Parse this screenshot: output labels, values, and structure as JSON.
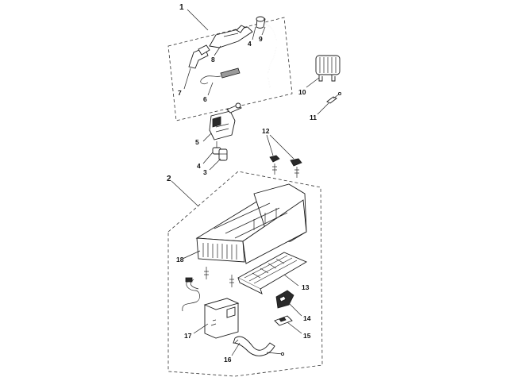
{
  "diagram": {
    "background": "#ffffff",
    "line_color": "#222222",
    "callouts": {
      "c1": "1",
      "c2": "2",
      "c3": "3",
      "c4a": "4",
      "c4b": "4",
      "c5": "5",
      "c6": "6",
      "c7": "7",
      "c8": "8",
      "c9": "9",
      "c10": "10",
      "c11": "11",
      "c12": "12",
      "c13": "13",
      "c14": "14",
      "c15": "15",
      "c16": "16",
      "c17": "17",
      "c18": "18"
    }
  }
}
